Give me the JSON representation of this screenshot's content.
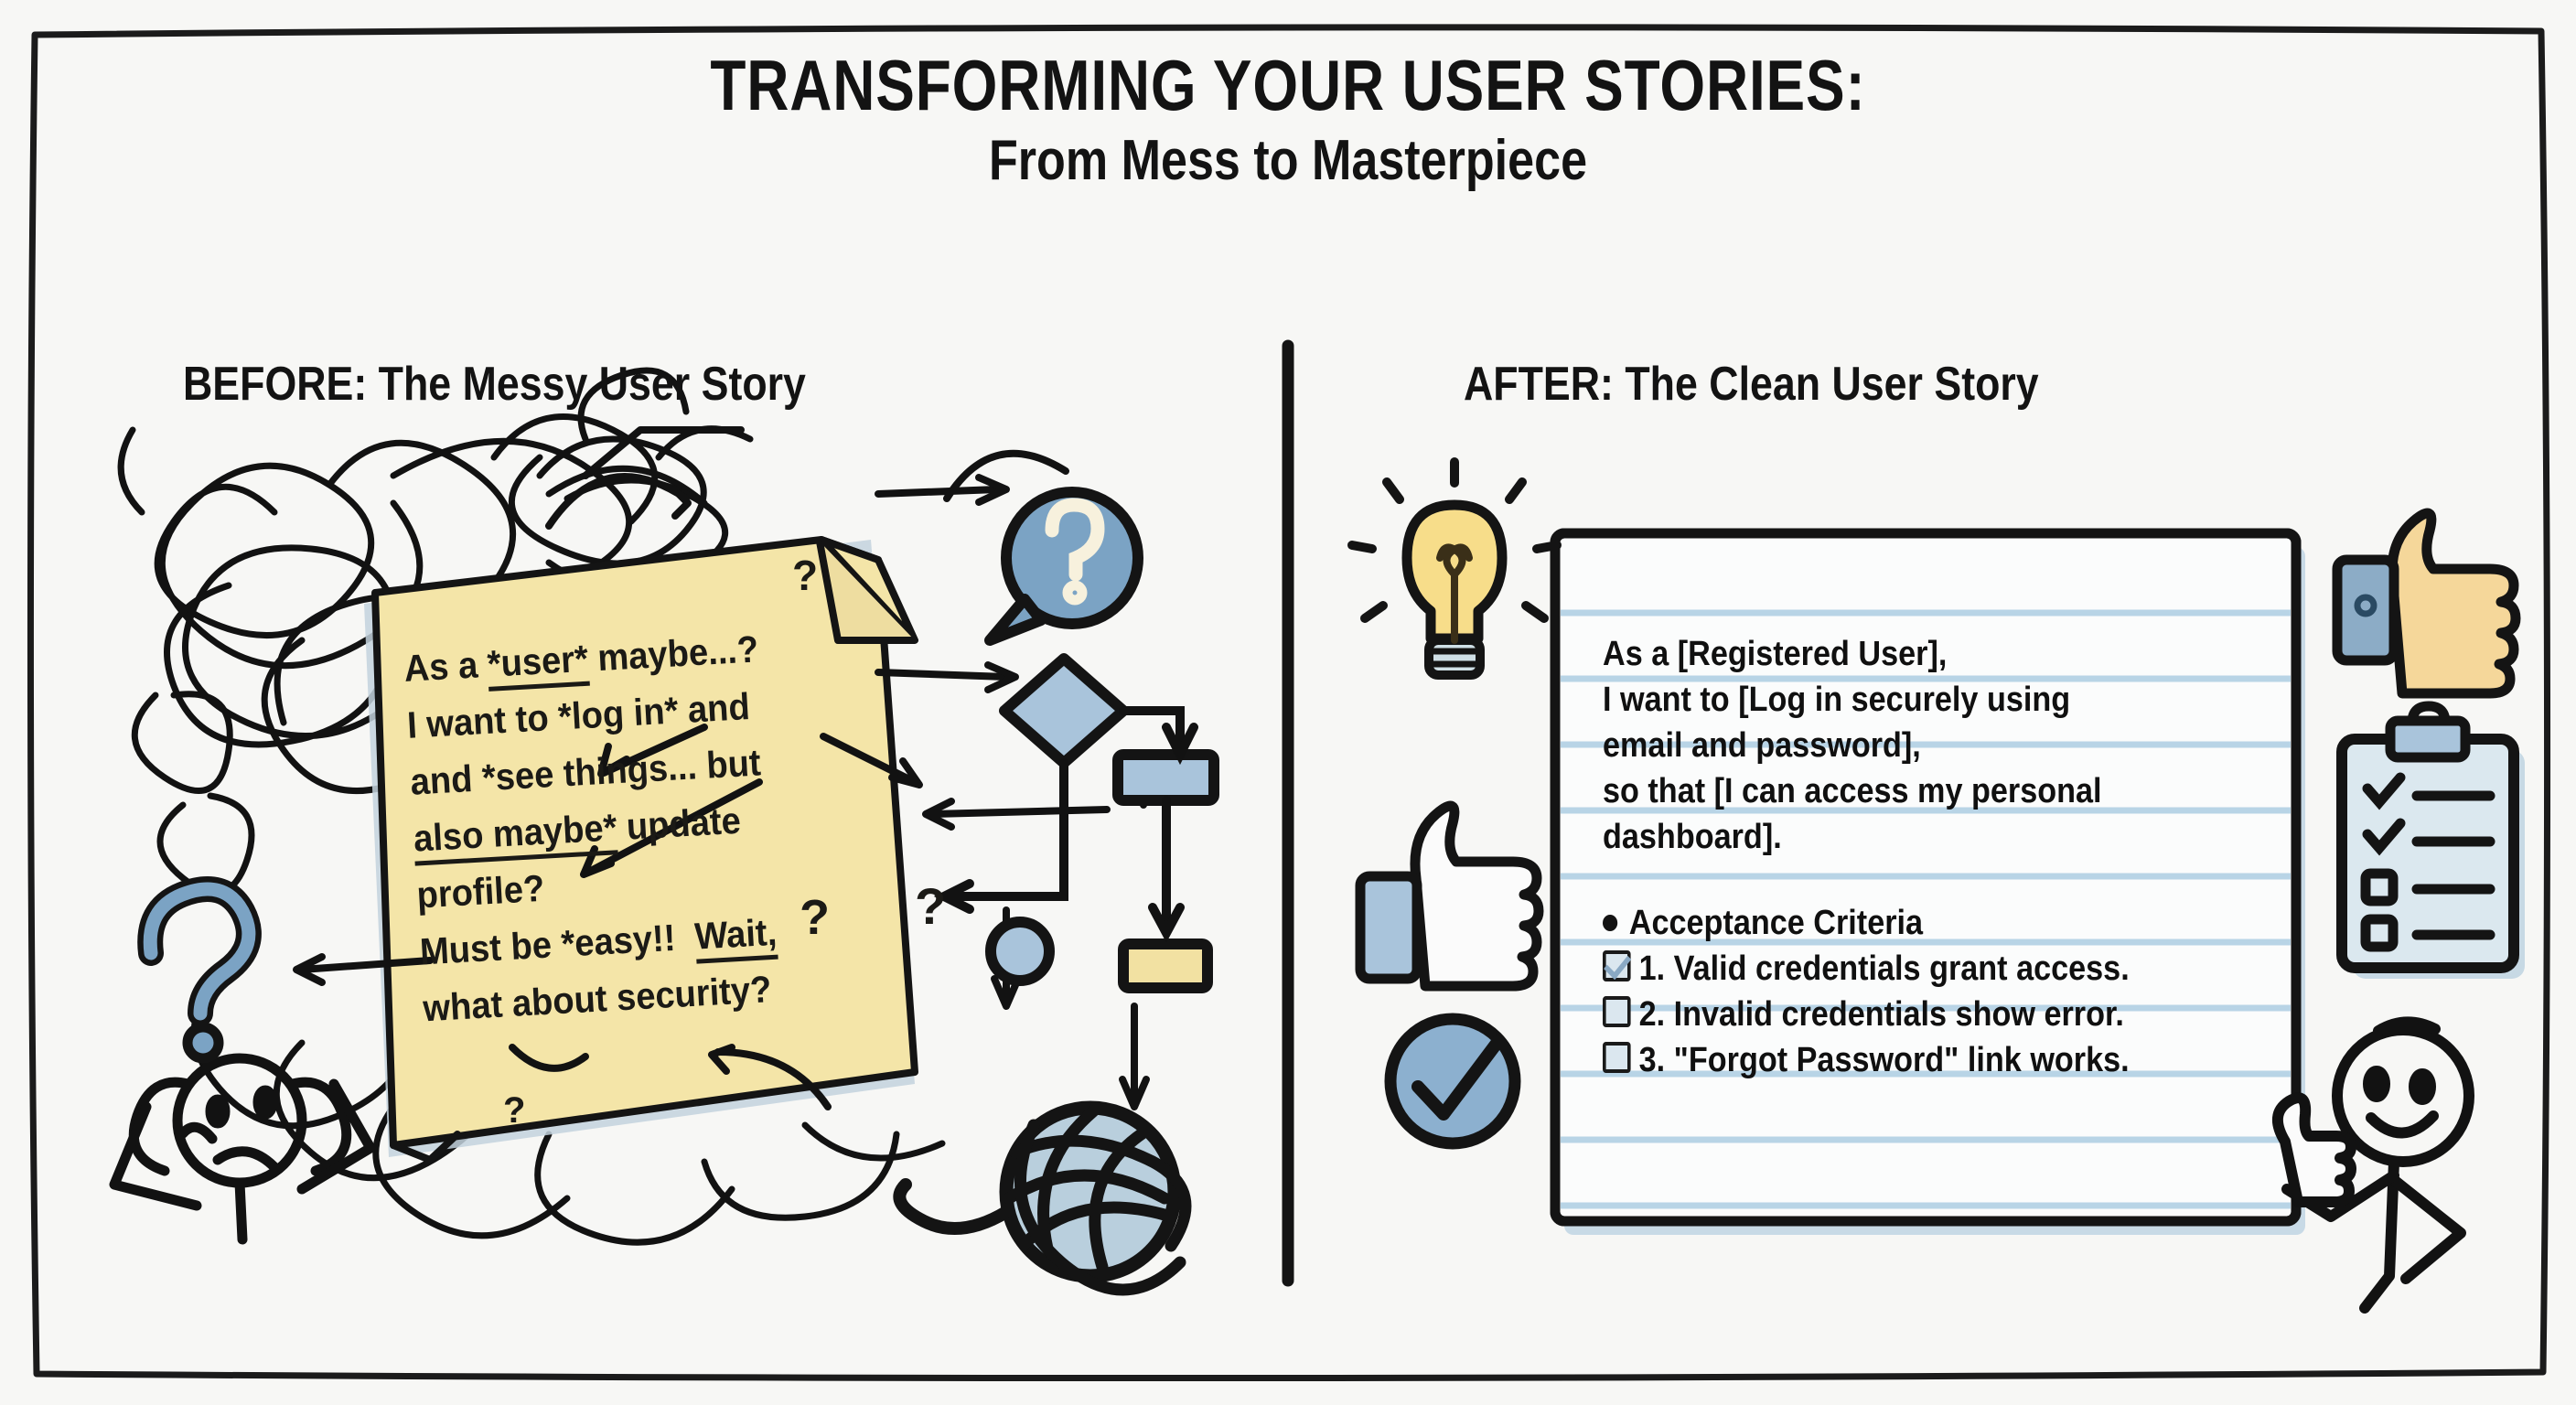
{
  "page": {
    "title_line1": "TRANSFORMING YOUR USER STORIES:",
    "title_line2": "From Mess to Masterpiece",
    "background_color": "#f7f7f5",
    "ink_color": "#131313"
  },
  "before_panel": {
    "heading": "BEFORE: The Messy User Story",
    "sticky_note": {
      "fill_color": "#f4e5a8",
      "lines": [
        "As a *user* maybe...?",
        "I want to *log in* and",
        "and *see things... but",
        "also maybe* update",
        "profile?",
        "Must be *easy!!  Wait,",
        "what about security?"
      ],
      "underlined_words": [
        "user",
        "also maybe",
        "Wait,"
      ],
      "stray_marks": [
        "?",
        "?",
        "?",
        "?"
      ]
    },
    "doodles": [
      {
        "name": "scribble-cluster",
        "label": "tangled scribbles"
      },
      {
        "name": "question-speech-bubble",
        "label": "?",
        "color": "#7ba3c4"
      },
      {
        "name": "question-mark-large",
        "label": "?",
        "color": "#7ba3c4"
      },
      {
        "name": "confused-stick-figure",
        "label": "confused person holding head"
      },
      {
        "name": "tangled-yarn-ball",
        "label": "ball of yarn",
        "color": "#b9cfdd"
      },
      {
        "name": "flowchart-diamond",
        "color": "#a9c4db"
      },
      {
        "name": "flowchart-rect-blue",
        "color": "#a9c4db"
      },
      {
        "name": "flowchart-rect-yellow",
        "color": "#f2e1a2"
      },
      {
        "name": "flowchart-circle",
        "color": "#a9c4db"
      },
      {
        "name": "messy-arrows",
        "label": "arrows pointing everywhere"
      }
    ]
  },
  "after_panel": {
    "heading": "AFTER: The Clean User Story",
    "notebook": {
      "paper_color": "#fbfcfc",
      "rule_color": "#b8d4e6",
      "story_lines": [
        "As a [Registered User],",
        "I want to [Log in securely using",
        "email and password],",
        "so that [I can access my personal",
        "dashboard]."
      ],
      "criteria_header": "Acceptance Criteria",
      "criteria": [
        {
          "number": "1.",
          "text": "Valid credentials grant access.",
          "checked": true
        },
        {
          "number": "2.",
          "text": "Invalid credentials show error.",
          "checked": false
        },
        {
          "number": "3.",
          "text": "\"Forgot Password\" link works.",
          "checked": false
        }
      ]
    },
    "icons": [
      {
        "name": "lightbulb-icon",
        "label": "idea lightbulb",
        "color": "#f7dd8a"
      },
      {
        "name": "thumbs-up-icon-left",
        "label": "thumbs up",
        "color": "#a9c4db"
      },
      {
        "name": "check-circle-icon",
        "label": "check mark in circle",
        "color": "#8cb0cf"
      },
      {
        "name": "thumbs-up-icon-right",
        "label": "thumbs up",
        "color": "#f5d79a"
      },
      {
        "name": "clipboard-checklist-icon",
        "label": "clipboard with checklist",
        "color": "#d9e7ef"
      },
      {
        "name": "happy-stick-figure",
        "label": "happy person giving thumbs up"
      }
    ]
  },
  "divider": {
    "name": "vertical-divider",
    "color": "#141414"
  }
}
